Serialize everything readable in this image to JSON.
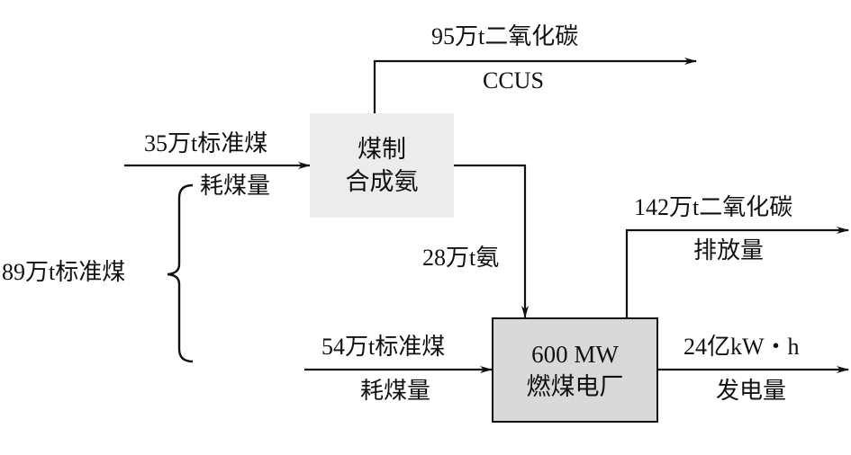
{
  "diagram": {
    "nodes": {
      "ammonia_plant": {
        "line1": "煤制",
        "line2": "合成氨",
        "fill": "#ececec"
      },
      "power_plant": {
        "line1": "600 MW",
        "line2": "燃煤电厂",
        "fill": "#d9d9d9"
      }
    },
    "flows": {
      "ccus_co2": {
        "value": "95万t二氧化碳",
        "desc": "CCUS"
      },
      "coal_to_ammonia": {
        "value": "35万t标准煤",
        "desc": "耗煤量"
      },
      "total_coal": {
        "value": "89万t标准煤"
      },
      "ammonia_to_plant": {
        "value": "28万t氨"
      },
      "co2_emission": {
        "value": "142万t二氧化碳",
        "desc": "排放量"
      },
      "coal_to_plant": {
        "value": "54万t标准煤",
        "desc": "耗煤量"
      },
      "power_output": {
        "value": "24亿kW・h",
        "desc": "发电量"
      }
    },
    "line_color": "#111111"
  }
}
